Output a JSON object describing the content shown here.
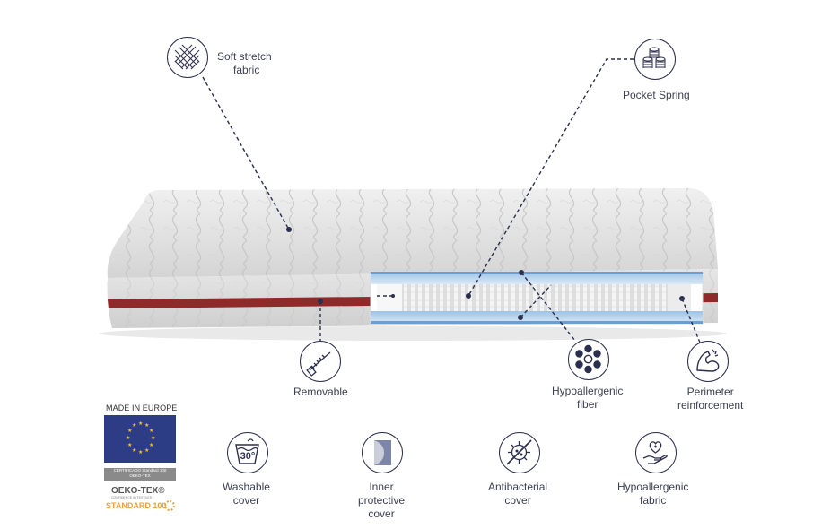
{
  "features": {
    "soft_stretch": {
      "line1": "Soft stretch",
      "line2": "fabric",
      "icon": "fabric-mesh-icon"
    },
    "pocket_spring": {
      "label": "Pocket Spring",
      "icon": "springs-icon"
    },
    "removable": {
      "label": "Removable",
      "icon": "zipper-icon"
    },
    "hypoallergenic_fiber": {
      "line1": "Hypoallergenic",
      "line2": "fiber",
      "icon": "fiber-icon"
    },
    "perimeter": {
      "line1": "Perimeter",
      "line2": "reinforcement",
      "icon": "flexed-arm-icon"
    }
  },
  "benefits": {
    "washable": {
      "line1": "Washable",
      "line2": "cover",
      "temp": "30°",
      "icon": "wash-30-icon"
    },
    "inner": {
      "line1": "Inner",
      "line2": "protective",
      "line3": "cover",
      "icon": "inner-cover-icon"
    },
    "antibacterial": {
      "line1": "Antibacterial",
      "line2": "cover",
      "icon": "no-bacteria-icon"
    },
    "hypo_fabric": {
      "line1": "Hypoallergenic",
      "line2": "fabric",
      "icon": "hand-heart-icon"
    }
  },
  "certification": {
    "made_in": "MADE IN EUROPE",
    "cert_line1": "CERTIFICADO Standard 100",
    "cert_line2": "OEKO-TEX",
    "oeko": "OEKO-TEX®",
    "oeko_sub": "CONFIDENCE IN TEXTILES",
    "standard": "STANDARD 100"
  },
  "colors": {
    "icon_stroke": "#2b2f4e",
    "band_red": "#8e2a2a",
    "flag_blue": "#2c3d86",
    "star_yellow": "#f2c21a",
    "standard_orange": "#e9a13b"
  }
}
